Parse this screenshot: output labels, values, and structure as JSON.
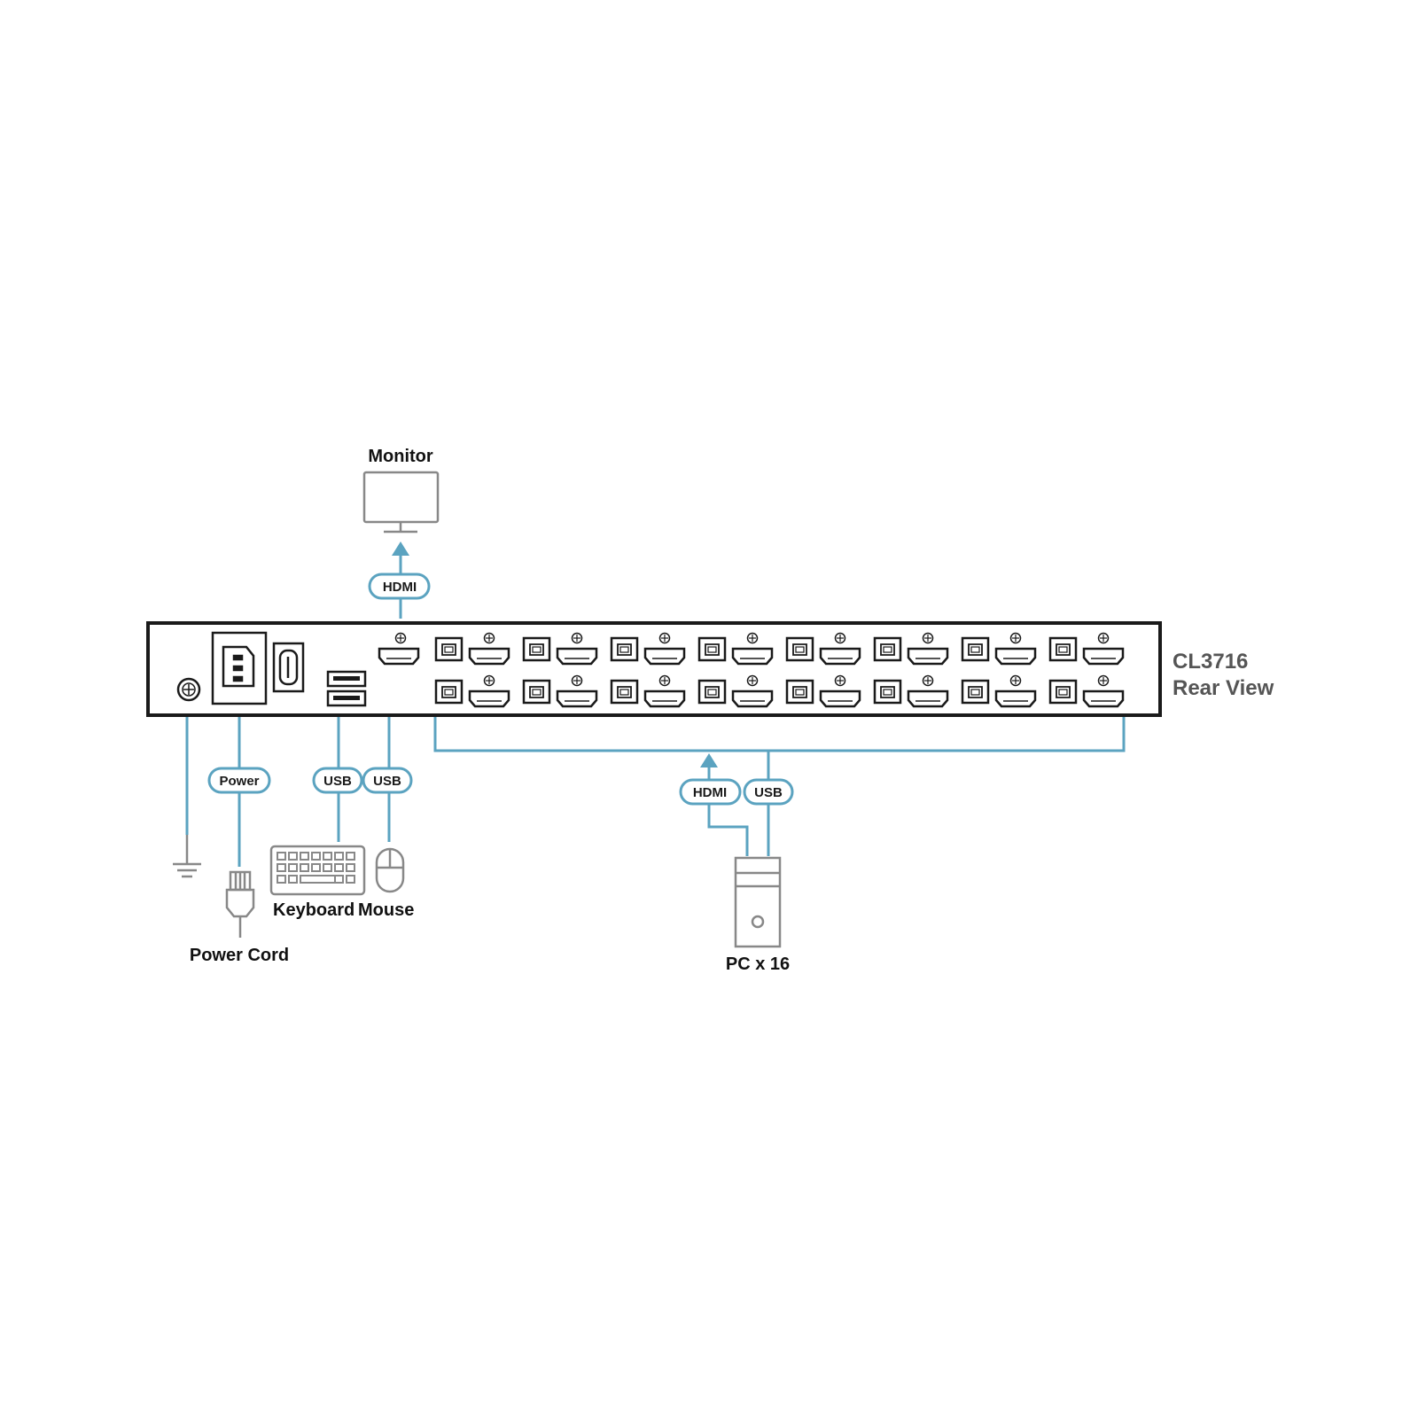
{
  "model": {
    "name": "CL3716",
    "view": "Rear View"
  },
  "devices": {
    "monitor": "Monitor",
    "keyboard": "Keyboard",
    "mouse": "Mouse",
    "power_cord": "Power Cord",
    "pc": "PC x 16"
  },
  "cable_labels": {
    "monitor_hdmi": "HDMI",
    "power": "Power",
    "keyboard_usb": "USB",
    "mouse_usb": "USB",
    "pc_hdmi": "HDMI",
    "pc_usb": "USB"
  },
  "ports": {
    "pc_port_pairs": 16
  },
  "colors": {
    "cable": "#5ba3c0",
    "outline": "#1a1a1a",
    "peripheral": "#888888",
    "model_text": "#555555"
  }
}
